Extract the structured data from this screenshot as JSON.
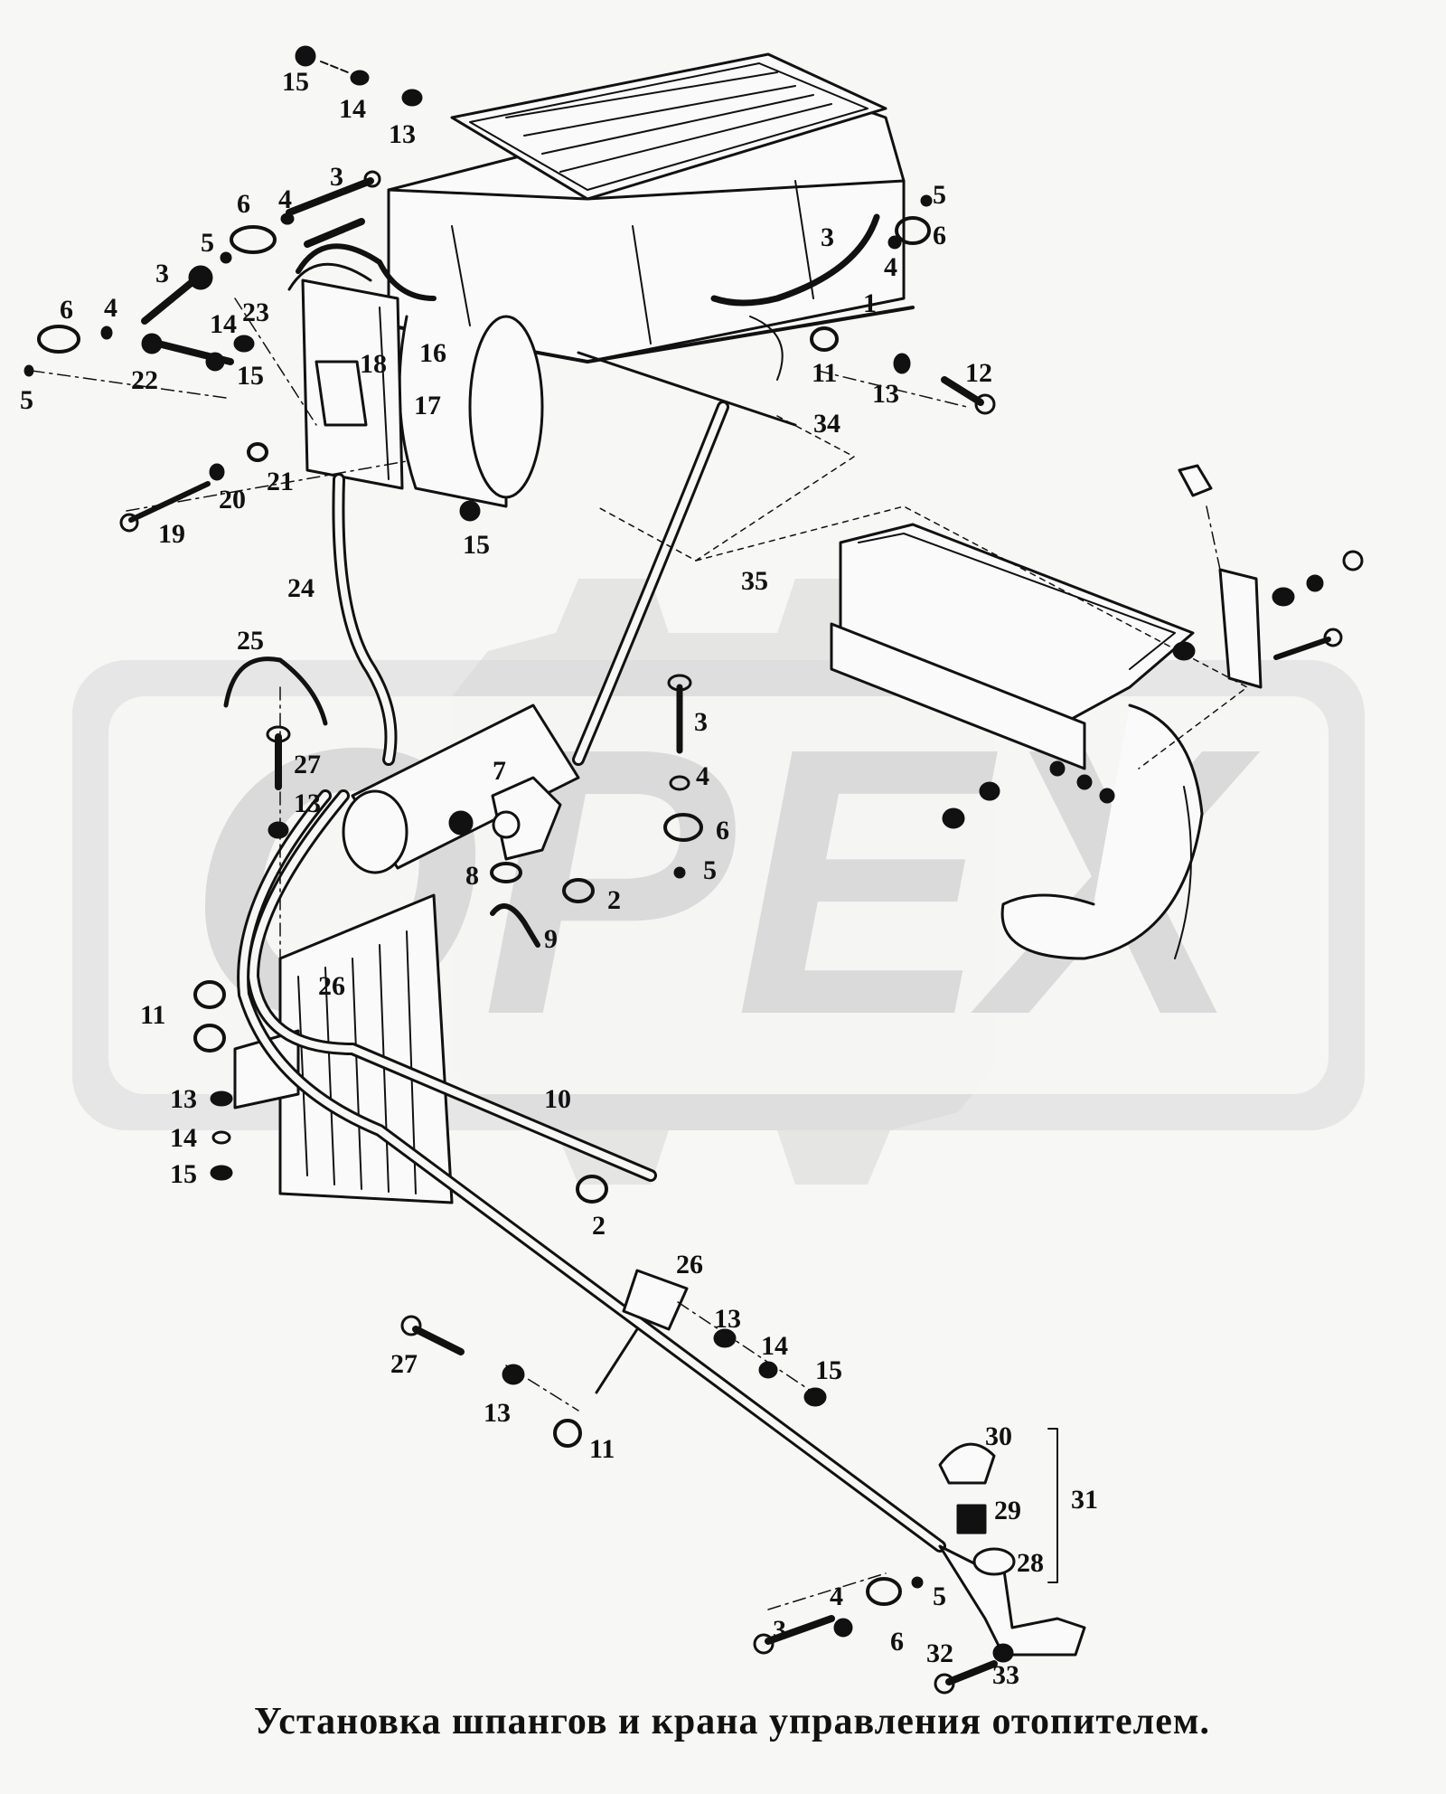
{
  "caption": "Установка шпангов и крана управления отопителем.",
  "watermark": {
    "logo_text": "OPEX",
    "color": "#d6d6d6"
  },
  "colors": {
    "ink": "#111111",
    "paper": "#f7f7f5"
  },
  "callouts": [
    {
      "id": "c1",
      "text": "15"
    },
    {
      "id": "c2",
      "text": "14"
    },
    {
      "id": "c3",
      "text": "13"
    },
    {
      "id": "c4",
      "text": "3"
    },
    {
      "id": "c5",
      "text": "4"
    },
    {
      "id": "c6",
      "text": "6"
    },
    {
      "id": "c7",
      "text": "5"
    },
    {
      "id": "c8",
      "text": "3"
    },
    {
      "id": "c9",
      "text": "6"
    },
    {
      "id": "c10",
      "text": "4"
    },
    {
      "id": "c11",
      "text": "23"
    },
    {
      "id": "c12",
      "text": "14"
    },
    {
      "id": "c13",
      "text": "15"
    },
    {
      "id": "c14",
      "text": "18"
    },
    {
      "id": "c15",
      "text": "16"
    },
    {
      "id": "c16",
      "text": "22"
    },
    {
      "id": "c17",
      "text": "5"
    },
    {
      "id": "c18",
      "text": "17"
    },
    {
      "id": "c19",
      "text": "5"
    },
    {
      "id": "c20",
      "text": "6"
    },
    {
      "id": "c21",
      "text": "3"
    },
    {
      "id": "c22",
      "text": "4"
    },
    {
      "id": "c23",
      "text": "1"
    },
    {
      "id": "c24",
      "text": "11"
    },
    {
      "id": "c25",
      "text": "13"
    },
    {
      "id": "c26",
      "text": "12"
    },
    {
      "id": "c27",
      "text": "34"
    },
    {
      "id": "c28",
      "text": "21"
    },
    {
      "id": "c29",
      "text": "20"
    },
    {
      "id": "c30",
      "text": "19"
    },
    {
      "id": "c31",
      "text": "15"
    },
    {
      "id": "c32",
      "text": "24"
    },
    {
      "id": "c33",
      "text": "35"
    },
    {
      "id": "c34",
      "text": "25"
    },
    {
      "id": "c35",
      "text": "27"
    },
    {
      "id": "c36",
      "text": "13"
    },
    {
      "id": "c37",
      "text": "3"
    },
    {
      "id": "c38",
      "text": "4"
    },
    {
      "id": "c39",
      "text": "7"
    },
    {
      "id": "c40",
      "text": "6"
    },
    {
      "id": "c41",
      "text": "8"
    },
    {
      "id": "c42",
      "text": "5"
    },
    {
      "id": "c43",
      "text": "2"
    },
    {
      "id": "c44",
      "text": "9"
    },
    {
      "id": "c45",
      "text": "26"
    },
    {
      "id": "c46",
      "text": "11"
    },
    {
      "id": "c47",
      "text": "10"
    },
    {
      "id": "c48",
      "text": "13"
    },
    {
      "id": "c49",
      "text": "14"
    },
    {
      "id": "c50",
      "text": "15"
    },
    {
      "id": "c51",
      "text": "2"
    },
    {
      "id": "c52",
      "text": "26"
    },
    {
      "id": "c53",
      "text": "13"
    },
    {
      "id": "c54",
      "text": "14"
    },
    {
      "id": "c55",
      "text": "15"
    },
    {
      "id": "c56",
      "text": "27"
    },
    {
      "id": "c57",
      "text": "13"
    },
    {
      "id": "c58",
      "text": "11"
    },
    {
      "id": "c59",
      "text": "30"
    },
    {
      "id": "c60",
      "text": "29"
    },
    {
      "id": "c61",
      "text": "31"
    },
    {
      "id": "c62",
      "text": "28"
    },
    {
      "id": "c63",
      "text": "4"
    },
    {
      "id": "c64",
      "text": "5"
    },
    {
      "id": "c65",
      "text": "3"
    },
    {
      "id": "c66",
      "text": "6"
    },
    {
      "id": "c67",
      "text": "32"
    },
    {
      "id": "c68",
      "text": "33"
    }
  ]
}
